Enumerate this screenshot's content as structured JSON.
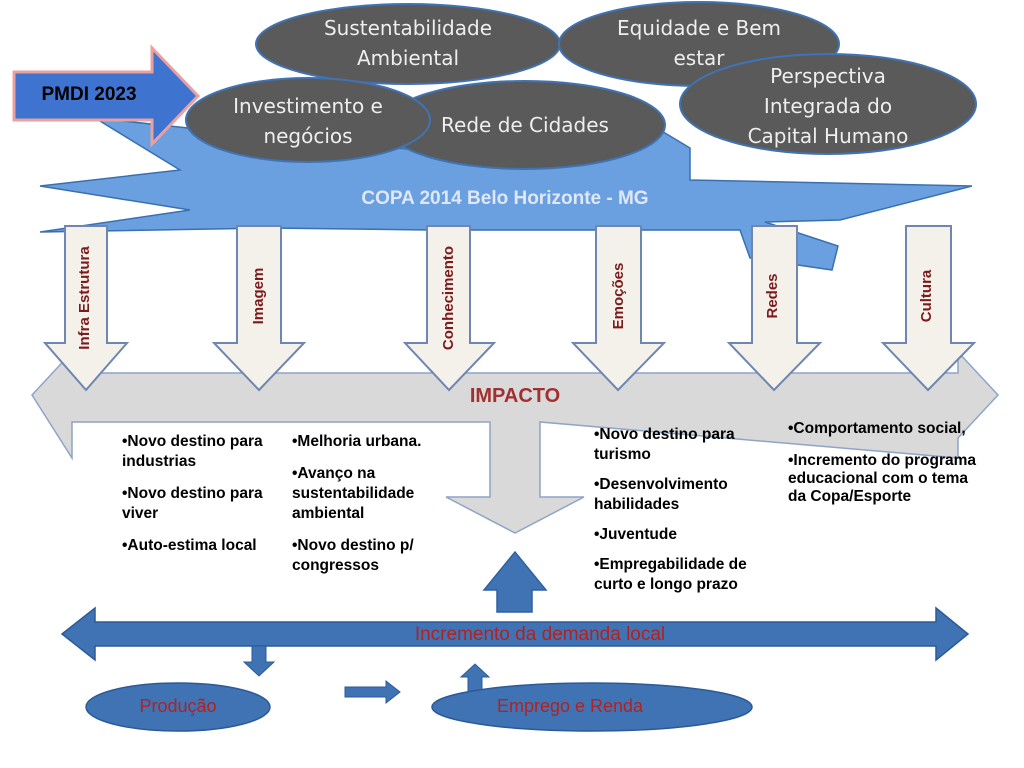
{
  "pmdi_label": "PMDI 2023",
  "ovals": {
    "sustentabilidade": "Sustentabilidade Ambiental",
    "equidade": "Equidade e Bem estar",
    "perspectiva": "Perspectiva Integrada do Capital Humano",
    "investimento": "Investimento e negócios",
    "rede": "Rede de Cidades"
  },
  "star_title": "COPA 2014 Belo Horizonte - MG",
  "arrows": [
    "Infra Estrutura",
    "Imagem",
    "Conhecimento",
    "Emoções",
    "Redes",
    "Cultura"
  ],
  "impacto_label": "IMPACTO",
  "columns": {
    "col1": [
      "•Novo destino para industrias",
      "•Novo destino para viver",
      "•Auto-estima local"
    ],
    "col2": [
      "•Melhoria urbana.",
      "•Avanço na sustentabilidade ambiental",
      "•Novo destino p/ congressos"
    ],
    "col3": [
      "•Novo destino para turismo",
      "•Desenvolvimento habilidades",
      "•Juventude",
      "•Empregabilidade de curto e longo prazo"
    ],
    "col4": [
      "•Comportamento social,",
      "•Incremento do programa educacional com o tema da Copa/Esporte"
    ]
  },
  "demand_label": "Incremento da demanda local",
  "producao_label": "Produção",
  "emprego_label": "Emprego e Renda",
  "colors": {
    "oval": "#5a5a5a",
    "star": "#6a9fe0",
    "arrow_band": "#d9d9d9",
    "blue_arrow": "#3f73b3",
    "label_red": "#b22222"
  }
}
